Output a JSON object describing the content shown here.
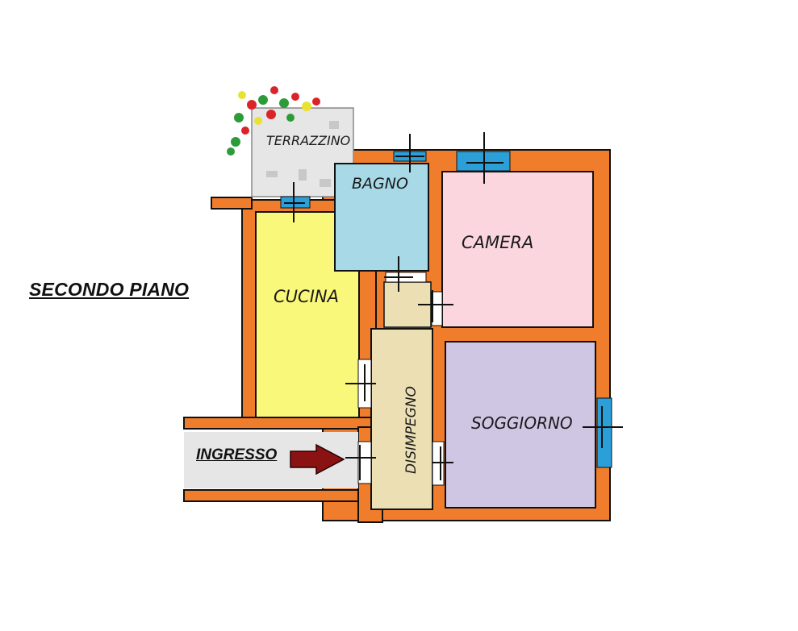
{
  "floor_title": "SECONDO PIANO",
  "rooms": {
    "terrazzino": "TERRAZZINO",
    "bagno": "BAGNO",
    "camera": "CAMERA",
    "cucina": "CUCINA",
    "disimpegno": "DISIMPEGNO",
    "soggiorno": "SOGGIORNO",
    "ingresso": "INGRESSO"
  },
  "colors": {
    "wall": "#f07d2b",
    "wall_outline": "#111111",
    "cucina": "#faf87a",
    "bagno": "#a7d9e6",
    "camera": "#fbd6df",
    "soggiorno": "#cfc6e3",
    "disimpegno": "#ecdfb4",
    "terrazzino": "#e6e6e6",
    "ingresso": "#e6e6e6",
    "window": "#2a9fd8",
    "arrow": "#8a1212"
  }
}
